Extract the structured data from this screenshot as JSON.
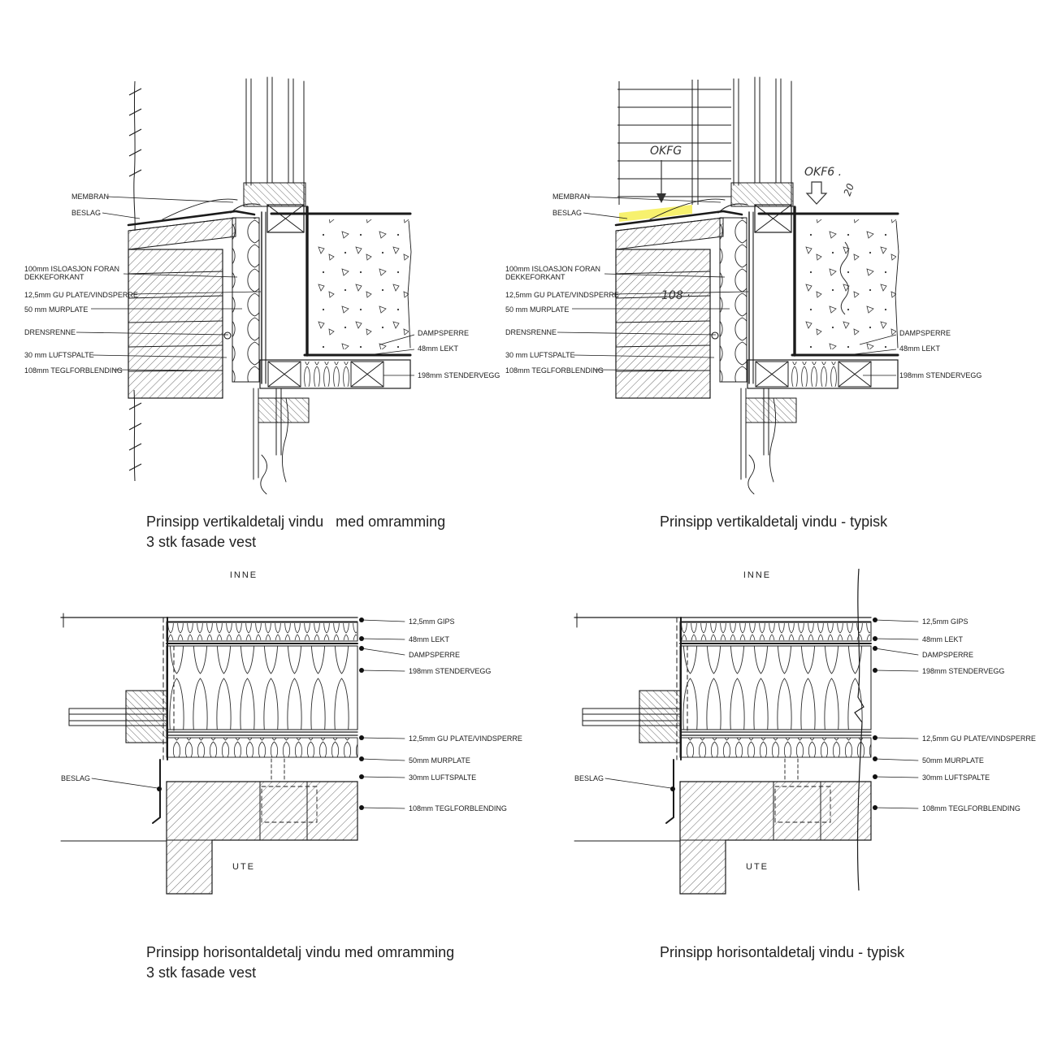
{
  "captions": {
    "tl1": "Prinsipp vertikaldetalj vindu   med omramming",
    "tl2": "3 stk fasade vest",
    "tr": "Prinsipp vertikaldetalj vindu - typisk",
    "bl1": "Prinsipp horisontaldetalj vindu med omramming",
    "bl2": "3 stk fasade vest",
    "br": "Prinsipp horisontaldetalj vindu - typisk"
  },
  "vertical": {
    "membran": "MEMBRAN",
    "beslag": "BESLAG",
    "isolasjon1": "100mm ISLOASJON FORAN",
    "isolasjon2": "DEKKEFORKANT",
    "gu_plate": "12,5mm GU PLATE/VINDSPERRE",
    "murplate": "50 mm MURPLATE",
    "drensrenne": "DRENSRENNE",
    "luftspalte": "30 mm LUFTSPALTE",
    "tegl": "108mm TEGLFORBLENDING",
    "dampsperre": "DAMPSPERRE",
    "lekt": "48mm LEKT",
    "stendervegg": "198mm STENDERVEGG"
  },
  "horizontal": {
    "inne": "INNE",
    "ute": "UTE",
    "beslag": "BESLAG",
    "gips": "12,5mm GIPS",
    "lekt": "48mm LEKT",
    "dampsperre": "DAMPSPERRE",
    "stendervegg": "198mm STENDERVEGG",
    "gu_plate": "12,5mm GU PLATE/VINDSPERRE",
    "murplate": "50mm MURPLATE",
    "luftspalte": "30mm LUFTSPALTE",
    "tegl": "108mm TEGLFORBLENDING"
  },
  "handwritten": {
    "okfg_left": "OKFG",
    "okfg_right": "OKF6 .",
    "n20": "20",
    "n108": "108 ·"
  },
  "colors": {
    "highlight": "#f6ee55",
    "ink": "#1a1a1a"
  }
}
